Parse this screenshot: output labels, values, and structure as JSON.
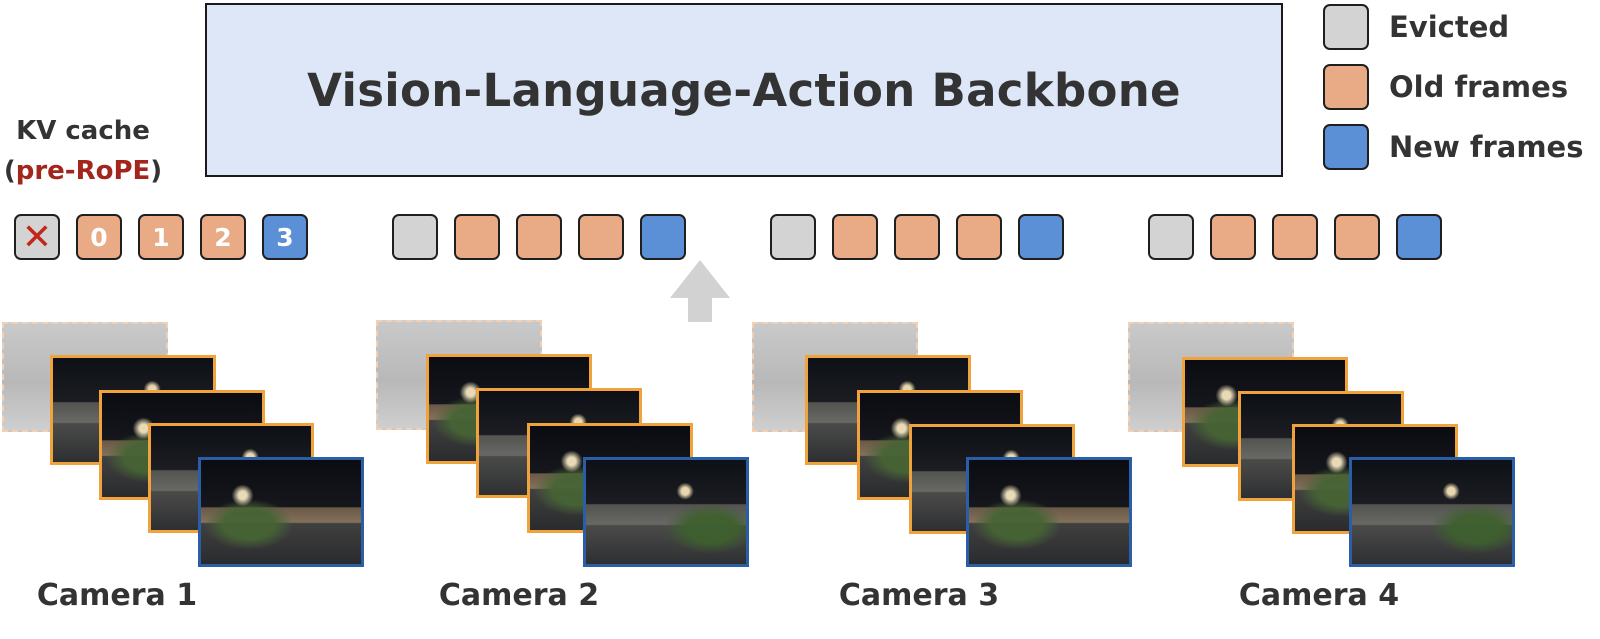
{
  "backbone": {
    "title": "Vision-Language-Action Backbone"
  },
  "legend": [
    {
      "label": "Evicted",
      "color": "#d3d3d3"
    },
    {
      "label": "Old frames",
      "color": "#e9ab86"
    },
    {
      "label": "New frames",
      "color": "#5b8fd6"
    }
  ],
  "kv_cache": {
    "label": "KV cache",
    "open_paren": "(",
    "accent": "pre-RoPE",
    "close_paren": ")",
    "accent_color": "#a3261c"
  },
  "cache_groups": [
    {
      "tokens": [
        {
          "kind": "evicted",
          "text": "✕"
        },
        {
          "kind": "old",
          "text": "0"
        },
        {
          "kind": "old",
          "text": "1"
        },
        {
          "kind": "old",
          "text": "2"
        },
        {
          "kind": "new",
          "text": "3"
        }
      ]
    },
    {
      "tokens": [
        {
          "kind": "evicted",
          "text": ""
        },
        {
          "kind": "old",
          "text": ""
        },
        {
          "kind": "old",
          "text": ""
        },
        {
          "kind": "old",
          "text": ""
        },
        {
          "kind": "new",
          "text": ""
        }
      ]
    },
    {
      "tokens": [
        {
          "kind": "evicted",
          "text": ""
        },
        {
          "kind": "old",
          "text": ""
        },
        {
          "kind": "old",
          "text": ""
        },
        {
          "kind": "old",
          "text": ""
        },
        {
          "kind": "new",
          "text": ""
        }
      ]
    },
    {
      "tokens": [
        {
          "kind": "evicted",
          "text": ""
        },
        {
          "kind": "old",
          "text": ""
        },
        {
          "kind": "old",
          "text": ""
        },
        {
          "kind": "old",
          "text": ""
        },
        {
          "kind": "new",
          "text": ""
        }
      ]
    }
  ],
  "cameras": [
    {
      "label": "Camera 1"
    },
    {
      "label": "Camera 2"
    },
    {
      "label": "Camera 3"
    },
    {
      "label": "Camera 4"
    }
  ],
  "colors": {
    "evicted": "#d3d3d3",
    "old": "#e9ab86",
    "new": "#5b8fd6",
    "old_frame_border": "#f0a23c",
    "new_frame_border": "#2a5fa8",
    "arrow": "#d2d2d2",
    "backbone_fill": "#dde7f7"
  },
  "icons": {
    "evicted_marker": "x-mark-icon",
    "flow_arrow": "up-arrow-icon"
  }
}
